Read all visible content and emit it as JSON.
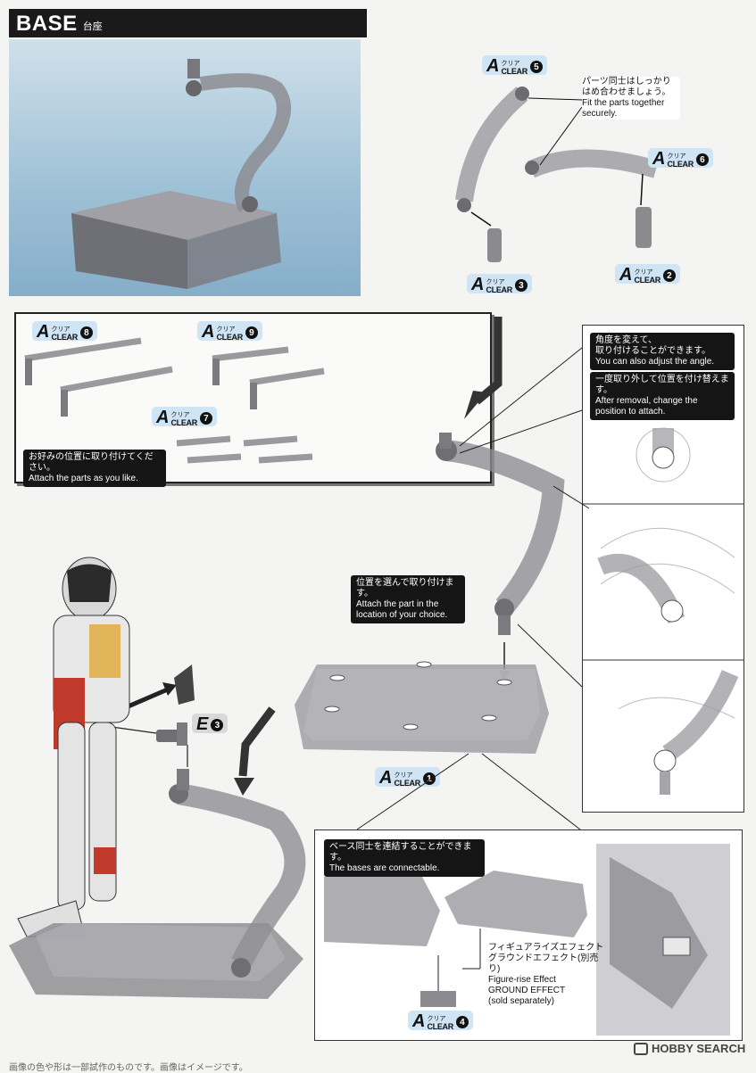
{
  "header": {
    "title": "BASE",
    "subtitle": "台座"
  },
  "parts": {
    "clear_kana": "クリア",
    "clear_word": "CLEAR",
    "letter_a": "A",
    "letter_e": "E",
    "p1": "1",
    "p2": "2",
    "p3": "3",
    "p4": "4",
    "p5": "5",
    "p6": "6",
    "p7": "7",
    "p8": "8",
    "p9": "9",
    "e3": "3"
  },
  "notes": {
    "fit_jp": "パーツ同士はしっかり\nはめ合わせましょう。",
    "fit_en": "Fit the parts together\nsecurely.",
    "angle_jp": "角度を変えて、\n取り付けることができます。",
    "angle_en": "You can also adjust the angle.",
    "removal_jp": "一度取り外して位置を付け替えます。",
    "removal_en": "After removal, change the\nposition to attach.",
    "attach_like_jp": "お好みの位置に取り付けてください。",
    "attach_like_en": "Attach the parts as you like.",
    "choice_jp": "位置を選んで取り付けます。",
    "choice_en": "Attach the part in the\nlocation of your choice.",
    "connect_jp": "ベース同士を連結することができます。",
    "connect_en": "The bases are connectable.",
    "effect_jp": "フィギュアライズエフェクト\nグラウンドエフェクト(別売り)",
    "effect_en": "Figure-rise Effect\nGROUND EFFECT\n(sold separately)"
  },
  "watermark": "HOBBY SEARCH",
  "footer": "画像の色や形は一部試作のものです。画像はイメージです。",
  "colors": {
    "clear_part": "#8a8a8e",
    "pill_bg": "#cfe4f4",
    "note_bg": "#151515",
    "hero_sky": "#9dc0d6"
  }
}
